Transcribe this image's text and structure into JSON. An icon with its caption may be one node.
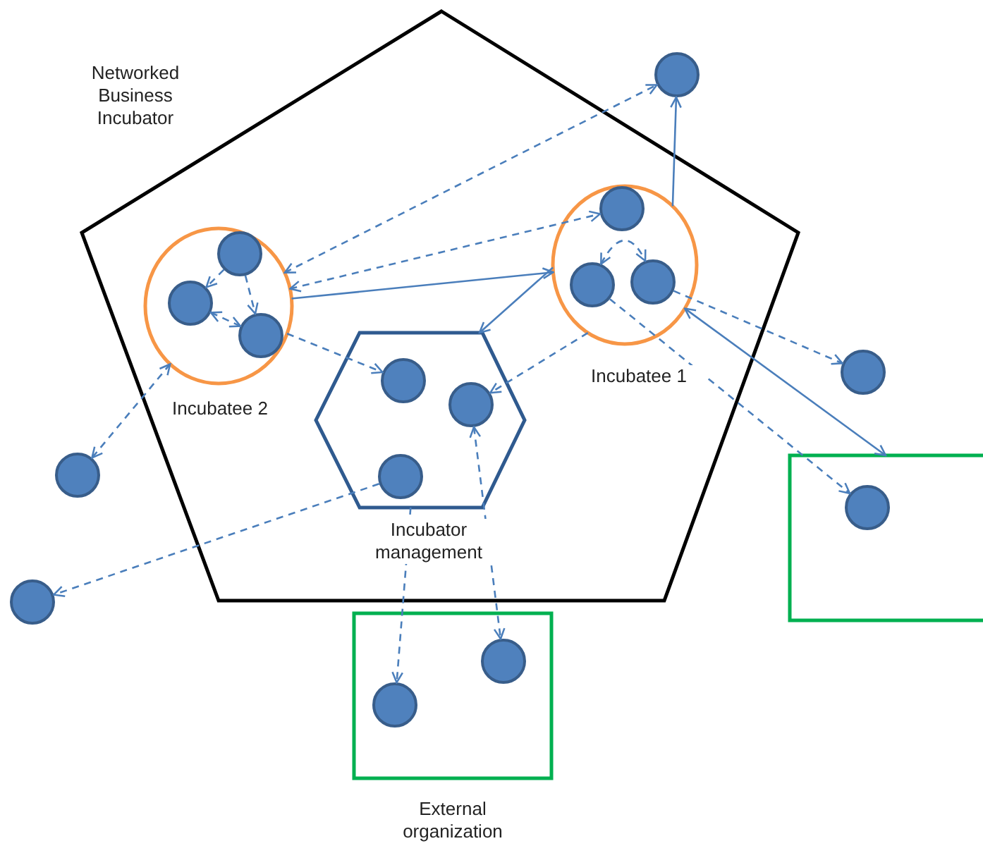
{
  "diagram": {
    "nodes": [
      {
        "text": [
          "Networked Business Incubator"
        ]
      },
      {
        "text": [
          "Incubatee 2"
        ],
        "in": 0
      },
      {
        "text": [],
        "shape": "circle",
        "in": 1
      },
      {
        "text": [],
        "shape": "circle",
        "in": 1
      },
      {
        "text": [],
        "shape": "circle",
        "in": 1
      },
      {
        "text": [
          "Incubatee 1"
        ],
        "in": 0
      },
      {
        "text": [],
        "shape": "circle",
        "in": 5
      },
      {
        "text": [],
        "shape": "circle",
        "in": 5
      },
      {
        "text": [],
        "shape": "circle",
        "in": 5
      },
      {
        "text": [
          "Incubator management"
        ],
        "in": 0
      },
      {
        "text": [],
        "shape": "circle",
        "in": 9
      },
      {
        "text": [],
        "shape": "circle",
        "in": 9
      },
      {
        "text": [],
        "shape": "circle",
        "in": 9
      },
      {
        "text": [
          "External organization"
        ]
      },
      {
        "text": [],
        "shape": "circle",
        "in": 13
      },
      {
        "text": [],
        "shape": "circle",
        "in": 13
      },
      {
        "text": [],
        "shape": "box"
      },
      {
        "text": [],
        "shape": "circle",
        "in": 16
      },
      {
        "text": [],
        "shape": "circle"
      },
      {
        "text": [],
        "shape": "circle"
      },
      {
        "text": [],
        "shape": "circle"
      },
      {
        "text": [],
        "shape": "circle"
      }
    ],
    "edges": [
      {
        "from": 2,
        "to": 3,
        "arrow": "to",
        "style": "dashed"
      },
      {
        "from": 2,
        "to": 4,
        "arrow": "to",
        "style": "dashed"
      },
      {
        "from": 3,
        "to": 4,
        "arrow": "both",
        "style": "dashed"
      },
      {
        "from": 1,
        "to": 20,
        "arrow": "both",
        "style": "dashed"
      },
      {
        "from": 1,
        "to": 18,
        "arrow": "both",
        "style": "dashed"
      },
      {
        "from": 1,
        "to": 6,
        "arrow": "both",
        "style": "dashed"
      },
      {
        "from": 1,
        "to": 5,
        "arrow": "to"
      },
      {
        "from": 1,
        "to": 10,
        "arrow": "to",
        "style": "dashed"
      },
      {
        "from": 7,
        "to": 8,
        "arrow": "both",
        "style": "dashed"
      },
      {
        "from": 5,
        "to": 18,
        "arrow": "to"
      },
      {
        "from": 5,
        "to": 9,
        "arrow": "to"
      },
      {
        "from": 5,
        "to": 11,
        "arrow": "to",
        "style": "dashed"
      },
      {
        "from": 8,
        "to": 19,
        "arrow": "to",
        "style": "dashed"
      },
      {
        "from": 5,
        "to": 16,
        "arrow": "both"
      },
      {
        "from": 7,
        "to": 17,
        "arrow": "to",
        "style": "dashed"
      },
      {
        "from": 12,
        "to": 21,
        "arrow": "to",
        "style": "dashed"
      },
      {
        "from": 9,
        "to": 14,
        "arrow": "to",
        "style": "dashed"
      },
      {
        "from": 11,
        "to": 15,
        "arrow": "both",
        "style": "dashed"
      }
    ]
  }
}
